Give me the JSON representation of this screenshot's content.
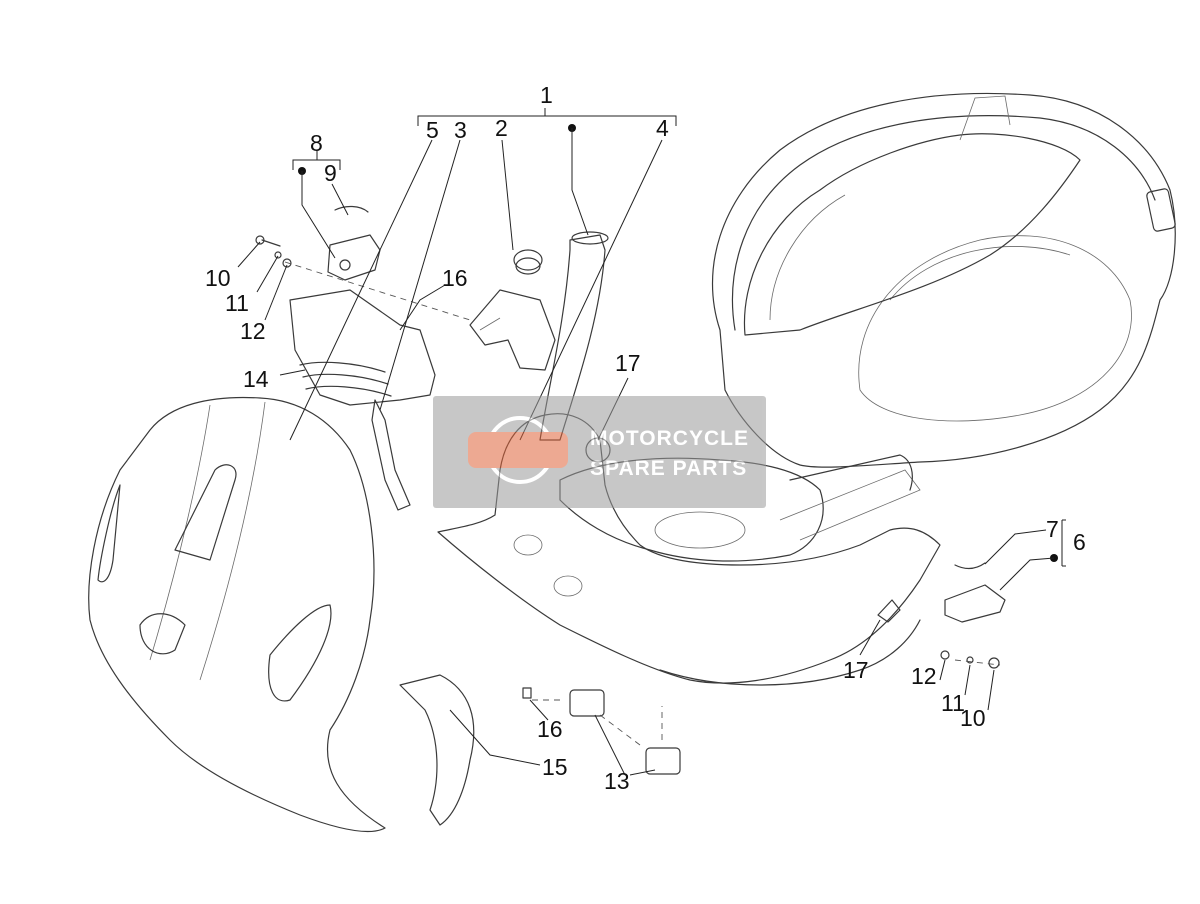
{
  "callouts": {
    "c1": "1",
    "c2": "2",
    "c3": "3",
    "c4": "4",
    "c5": "5",
    "c6": "6",
    "c7": "7",
    "c8": "8",
    "c9": "9",
    "c10a": "10",
    "c10b": "10",
    "c11a": "11",
    "c11b": "11",
    "c12a": "12",
    "c12b": "12",
    "c13": "13",
    "c14": "14",
    "c15": "15",
    "c16a": "16",
    "c16b": "16",
    "c17a": "17",
    "c17b": "17"
  },
  "watermark": {
    "line1": "MOTORCYCLE",
    "line2": "SPARE PARTS"
  },
  "colors": {
    "line": "#3a3a3a",
    "watermark_bg": "#9a9a9a",
    "watermark_accent": "#e0643a"
  }
}
